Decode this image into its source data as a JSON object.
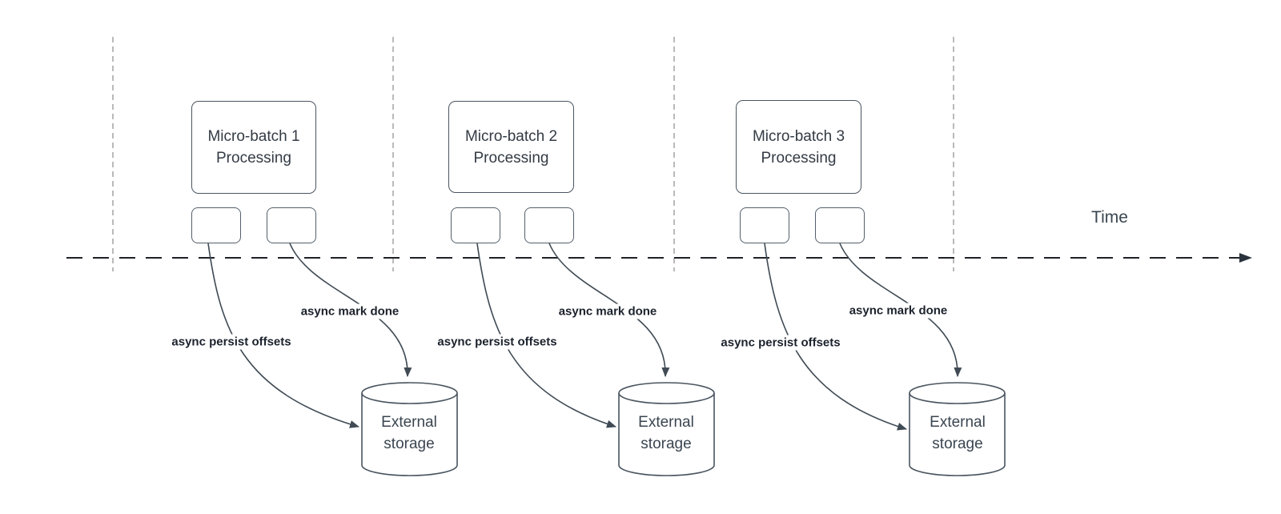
{
  "diagram": {
    "type": "timeline-flow-diagram",
    "time_axis_label": "Time",
    "groups": [
      {
        "processing_line1": "Micro-batch 1",
        "processing_line2": "Processing",
        "persist_label": "async persist offsets",
        "mark_done_label": "async mark done",
        "storage_line1": "External",
        "storage_line2": "storage"
      },
      {
        "processing_line1": "Micro-batch 2",
        "processing_line2": "Processing",
        "persist_label": "async persist offsets",
        "mark_done_label": "async mark done",
        "storage_line1": "External",
        "storage_line2": "storage"
      },
      {
        "processing_line1": "Micro-batch 3",
        "processing_line2": "Processing",
        "persist_label": "async persist offsets",
        "mark_done_label": "async mark done",
        "storage_line1": "External",
        "storage_line2": "storage"
      }
    ],
    "colors": {
      "shape_stroke": "#4a5560",
      "connector_stroke": "#3f4a54",
      "label_text": "#1b222c",
      "shape_text": "#3a4550",
      "grid_line": "#a9a9a9",
      "timeline": "#1f2328",
      "background": "#ffffff"
    }
  }
}
